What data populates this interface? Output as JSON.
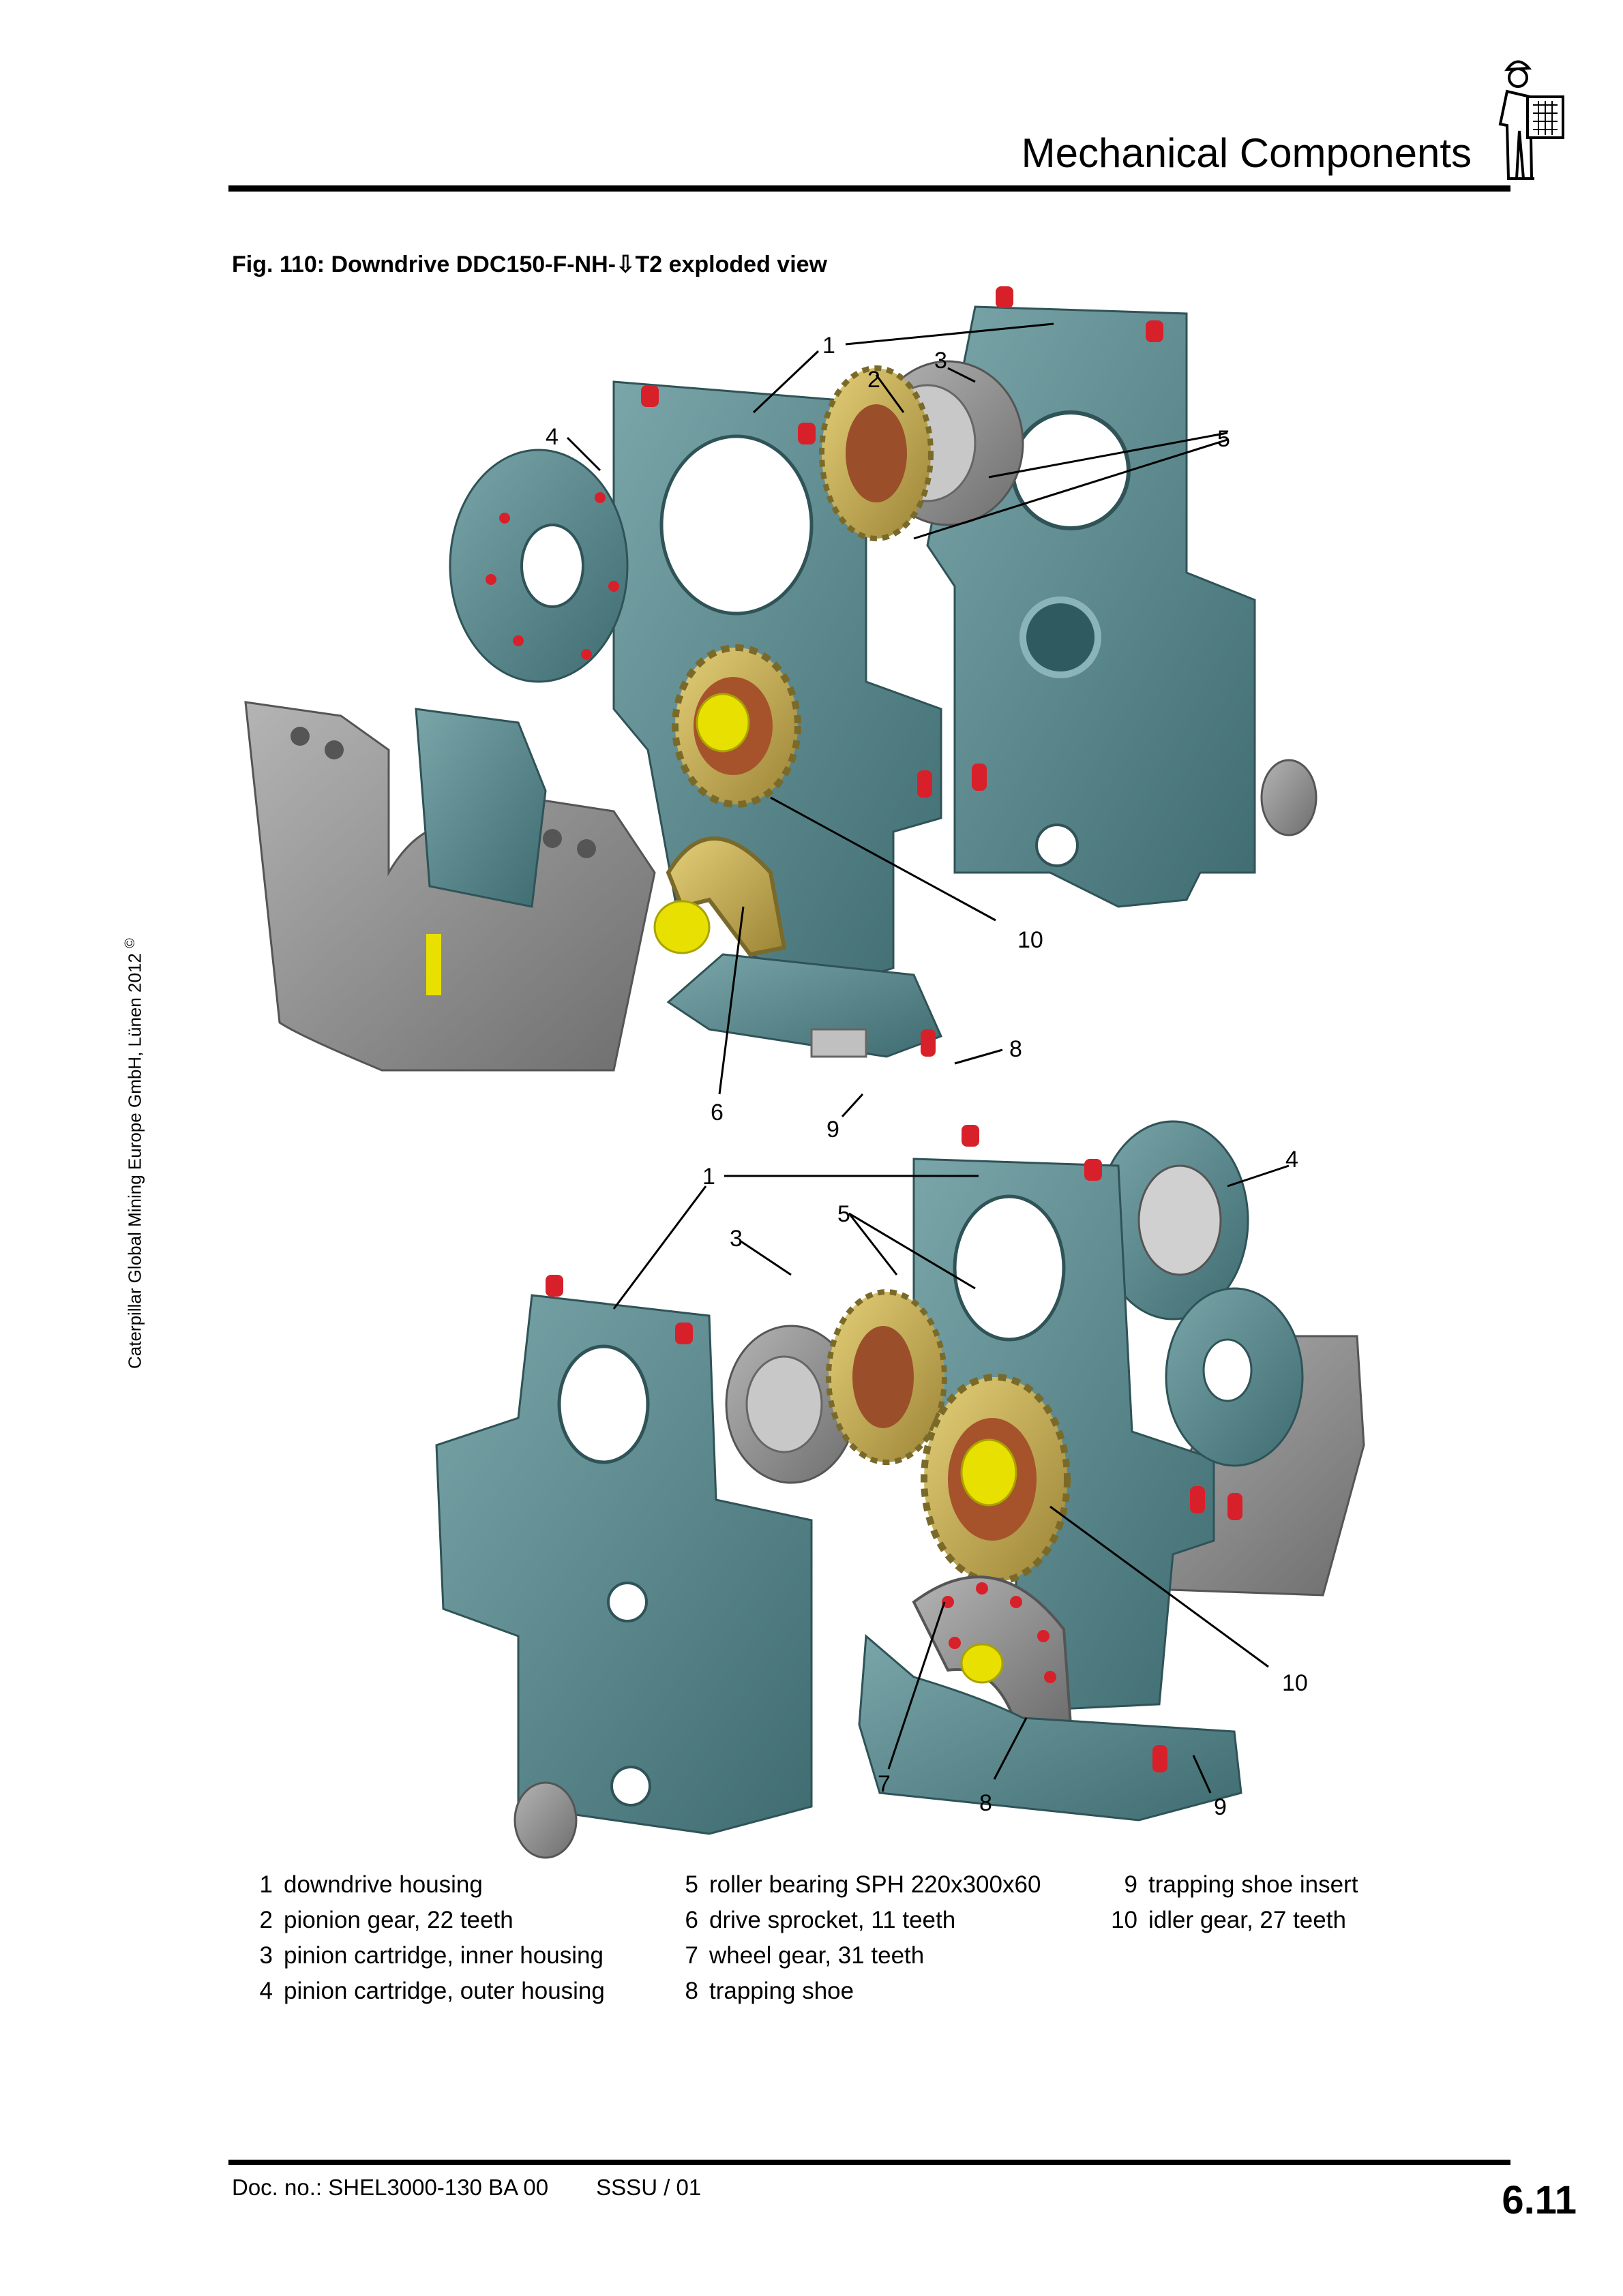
{
  "header": {
    "title": "Mechanical Components"
  },
  "figure": {
    "caption": "Fig. 110:   Downdrive DDC150-F-NH-⇩T2 exploded view"
  },
  "side_note": {
    "text": "Caterpillar Global Mining Europe GmbH, Lünen 2012",
    "symbol": "©"
  },
  "callouts_top": [
    "1",
    "2",
    "3",
    "4",
    "5",
    "6",
    "8",
    "9",
    "10"
  ],
  "callouts_bottom": [
    "1",
    "3",
    "4",
    "5",
    "7",
    "8",
    "9",
    "10"
  ],
  "legend": [
    {
      "num": "1",
      "label": "downdrive housing"
    },
    {
      "num": "2",
      "label": "pionion gear, 22 teeth"
    },
    {
      "num": "3",
      "label": "pinion cartridge, inner housing"
    },
    {
      "num": "4",
      "label": "pinion cartridge, outer housing"
    },
    {
      "num": "5",
      "label": "roller bearing SPH 220x300x60"
    },
    {
      "num": "6",
      "label": "drive sprocket, 11 teeth"
    },
    {
      "num": "7",
      "label": "wheel gear, 31 teeth"
    },
    {
      "num": "8",
      "label": "trapping shoe"
    },
    {
      "num": "9",
      "label": "trapping shoe insert"
    },
    {
      "num": "10",
      "label": "idler gear, 27 teeth"
    }
  ],
  "footer": {
    "doc_no": "Doc. no.: SHEL3000-130 BA 00",
    "revision": "SSSU / 01",
    "page": "6.11"
  },
  "colors": {
    "housing": "#4f7f84",
    "gear": "#c9b25a",
    "red_part": "#d8202a",
    "grey_part": "#8c8c8c",
    "yellow_shaft": "#e8e000"
  }
}
